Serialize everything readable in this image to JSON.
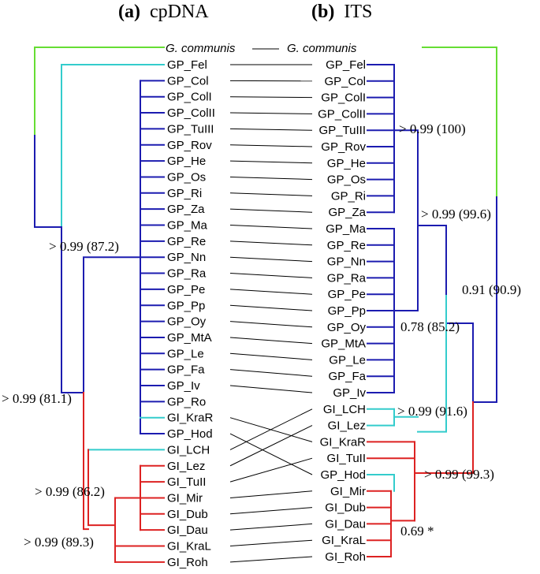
{
  "panels": {
    "left": {
      "letter": "(a)",
      "name": "cpDNA"
    },
    "right": {
      "letter": "(b)",
      "name": "ITS"
    }
  },
  "colors": {
    "outgroup": "#66dd33",
    "GP": "#1c1cb0",
    "cyan": "#33cccc",
    "GI": "#dd2222"
  },
  "outgroup": {
    "left": "G. communis",
    "right": "G. communis"
  },
  "left_taxa": [
    "GP_Fel",
    "GP_Col",
    "GP_ColI",
    "GP_ColII",
    "GP_TuIII",
    "GP_Rov",
    "GP_He",
    "GP_Os",
    "GP_Ri",
    "GP_Za",
    "GP_Ma",
    "GP_Re",
    "GP_Nn",
    "GP_Ra",
    "GP_Pe",
    "GP_Pp",
    "GP_Oy",
    "GP_MtA",
    "GP_Le",
    "GP_Fa",
    "GP_Iv",
    "GP_Ro",
    "GI_KraR",
    "GP_Hod",
    "GI_LCH",
    "GI_Lez",
    "GI_TuII",
    "GI_Mir",
    "GI_Dub",
    "GI_Dau",
    "GI_KraL",
    "GI_Roh"
  ],
  "right_taxa": [
    "GP_Fel",
    "GP_Col",
    "GP_ColI",
    "GP_ColII",
    "GP_TuIII",
    "GP_Rov",
    "GP_He",
    "GP_Os",
    "GP_Ri",
    "GP_Za",
    "GP_Ma",
    "GP_Re",
    "GP_Nn",
    "GP_Ra",
    "GP_Pe",
    "GP_Pp",
    "GP_Oy",
    "GP_MtA",
    "GP_Le",
    "GP_Fa",
    "GP_Iv",
    "GI_LCH",
    "GI_Lez",
    "GI_KraR",
    "GI_TuII",
    "GP_Hod",
    "GI_Mir",
    "GI_Dub",
    "GI_Dau",
    "GI_KraL",
    "GI_Roh"
  ],
  "links": [
    [
      0,
      0
    ],
    [
      1,
      1
    ],
    [
      2,
      2
    ],
    [
      3,
      3
    ],
    [
      4,
      4
    ],
    [
      5,
      5
    ],
    [
      6,
      6
    ],
    [
      7,
      7
    ],
    [
      8,
      8
    ],
    [
      9,
      9
    ],
    [
      10,
      10
    ],
    [
      11,
      11
    ],
    [
      12,
      12
    ],
    [
      13,
      13
    ],
    [
      14,
      14
    ],
    [
      15,
      15
    ],
    [
      16,
      16
    ],
    [
      17,
      17
    ],
    [
      18,
      18
    ],
    [
      19,
      19
    ],
    [
      20,
      20
    ],
    [
      22,
      23
    ],
    [
      23,
      25
    ],
    [
      24,
      21
    ],
    [
      25,
      22
    ],
    [
      26,
      24
    ],
    [
      27,
      26
    ],
    [
      28,
      27
    ],
    [
      29,
      28
    ],
    [
      30,
      29
    ],
    [
      31,
      30
    ]
  ],
  "support_left": [
    {
      "text": "> 0.99  (87.2)"
    },
    {
      "text": "> 0.99  (81.1)"
    },
    {
      "text": "> 0.99   (86.2)"
    },
    {
      "text": "> 0.99  (89.3)"
    }
  ],
  "support_right": [
    {
      "text": "> 0.99 (100)"
    },
    {
      "text": "> 0.99 (99.6)"
    },
    {
      "text": "0.91  (90.9)"
    },
    {
      "text": "0.78  (85.2)"
    },
    {
      "text": "> 0.99     (91.6)"
    },
    {
      "text": "> 0.99    (99.3)"
    },
    {
      "text": "0.69 *"
    }
  ]
}
